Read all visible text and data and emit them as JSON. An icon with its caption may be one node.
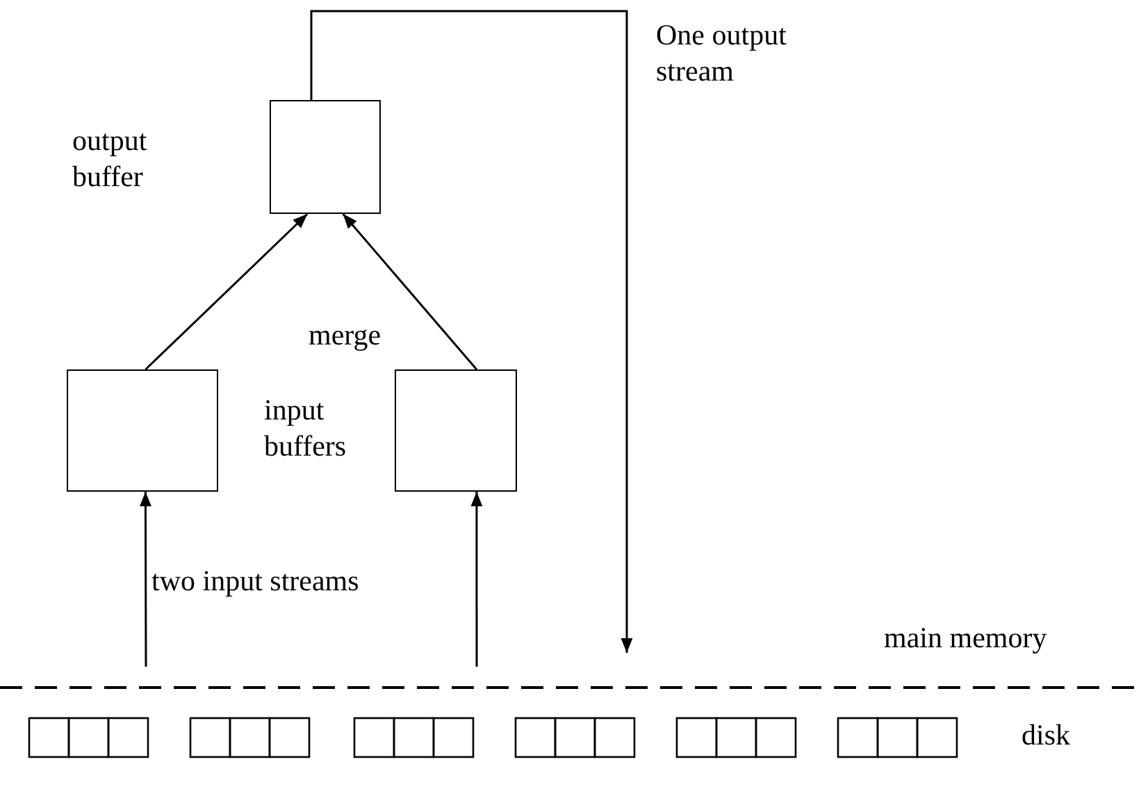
{
  "diagram": {
    "nodes": [
      {
        "text": [],
        "shape": "box"
      },
      {
        "text": [],
        "shape": "box"
      },
      {
        "text": [],
        "shape": "box"
      }
    ],
    "edges": [
      {
        "from": 1,
        "to": 0,
        "arrow": "to"
      },
      {
        "from": 2,
        "to": 0,
        "arrow": "to"
      },
      {
        "from": null,
        "to": 1,
        "arrow": "to"
      },
      {
        "from": null,
        "to": 2,
        "arrow": "to"
      },
      {
        "from": 0,
        "to": null,
        "arrow": "to"
      }
    ],
    "labels": [
      "output buffer",
      "One output stream",
      "merge",
      "input buffers",
      "two input streams",
      "main memory",
      "disk"
    ]
  }
}
